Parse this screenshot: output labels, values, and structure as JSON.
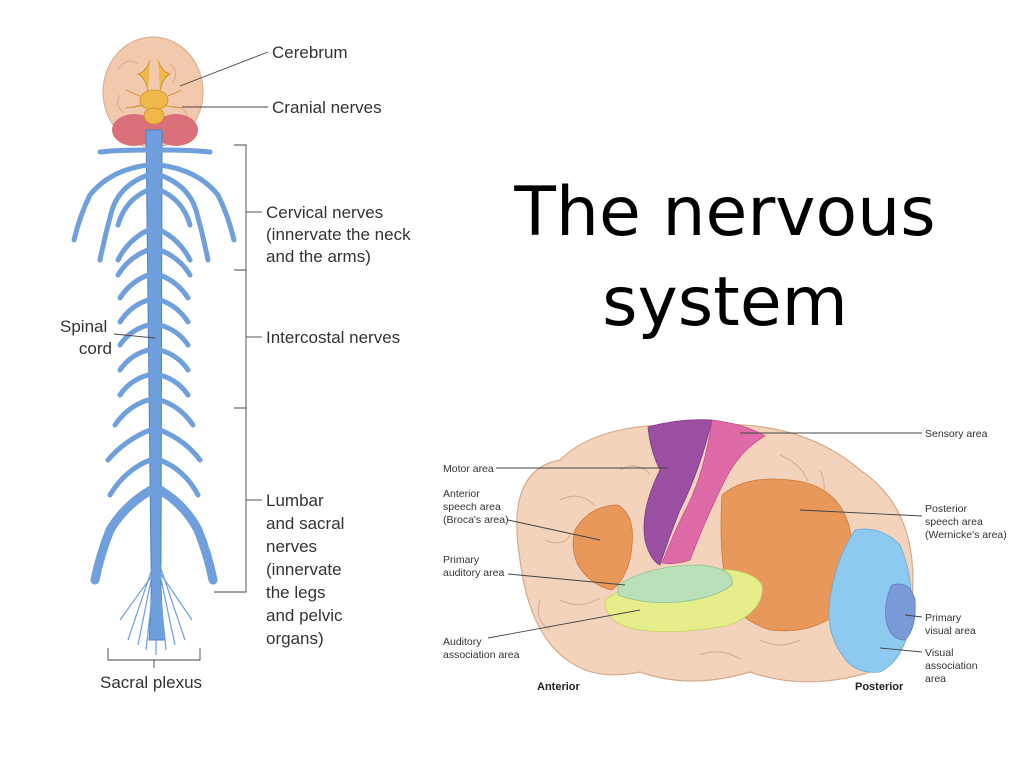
{
  "slide": {
    "title_line1": "The nervous",
    "title_line2": "system"
  },
  "nervous_system_figure": {
    "labels": {
      "cerebrum": "Cerebrum",
      "cranial_nerves": "Cranial nerves",
      "cervical": [
        "Cervical nerves",
        "(innervate the neck",
        "and the arms)"
      ],
      "spinal_cord": [
        "Spinal",
        "cord"
      ],
      "intercostal": "Intercostal nerves",
      "lumbar_sacral": [
        "Lumbar",
        "and sacral",
        "nerves",
        "(innervate",
        "the legs",
        "and pelvic",
        "organs)"
      ],
      "sacral_plexus": "Sacral plexus"
    },
    "colors": {
      "nerve": "#6f9fdc",
      "brain": "#f2c9ad",
      "cerebellum": "#d9707a",
      "cranial": "#f0b84a"
    }
  },
  "brain_figure": {
    "labels": {
      "motor_area": "Motor area",
      "broca": [
        "Anterior",
        "speech area",
        "(Broca's area)"
      ],
      "primary_auditory": [
        "Primary",
        "auditory area"
      ],
      "auditory_assoc": [
        "Auditory",
        "association area"
      ],
      "anterior": "Anterior",
      "sensory_area": "Sensory area",
      "wernicke": [
        "Posterior",
        "speech area",
        "(Wernicke's area)"
      ],
      "primary_visual": [
        "Primary",
        "visual area"
      ],
      "visual_assoc": [
        "Visual",
        "association",
        "area"
      ],
      "posterior": "Posterior"
    },
    "colors": {
      "cortex": "#f3d3bb",
      "motor": "#9b4fa2",
      "sensory": "#df6aa8",
      "speech": "#e8985a",
      "auditory": "#b9e0b8",
      "auditory_assoc": "#e5ee8a",
      "visual_assoc": "#8ec9f0",
      "visual": "#7a9ad8"
    }
  }
}
